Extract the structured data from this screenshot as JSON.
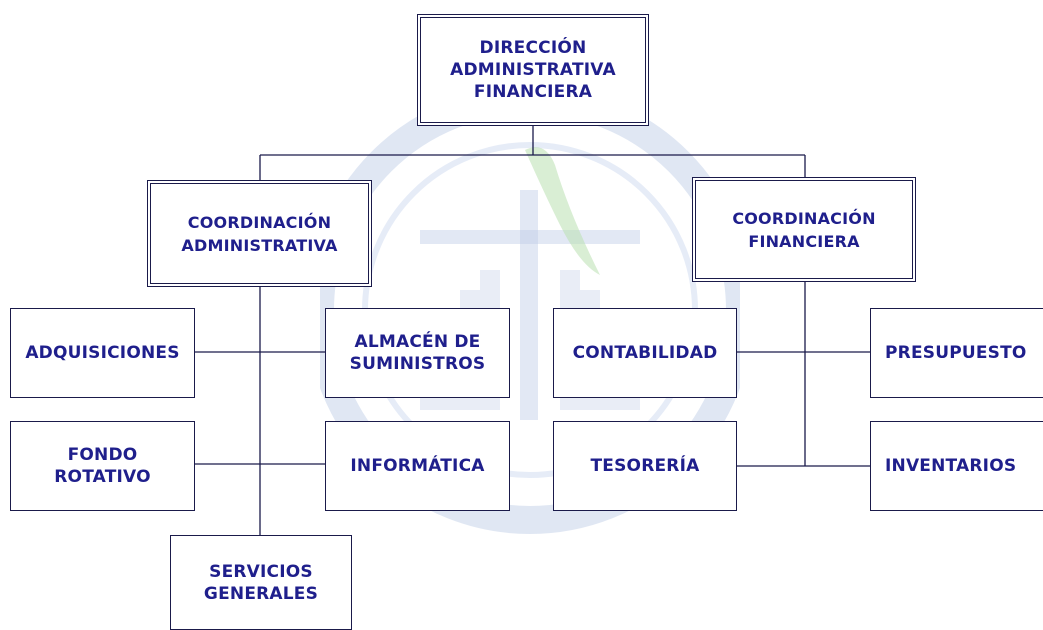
{
  "chart": {
    "root": {
      "label": "DIRECCIÓN\nADMINISTRATIVA\nFINANCIERA"
    },
    "coord_admin": {
      "label": "COORDINACIÓN\nADMINISTRATIVA",
      "units": {
        "adquisiciones": "ADQUISICIONES",
        "almacen": "ALMACÉN DE\nSUMINISTROS",
        "fondo_rotativo": "FONDO\nROTATIVO",
        "informatica": "INFORMÁTICA",
        "servicios_generales": "SERVICIOS\nGENERALES"
      }
    },
    "coord_fin": {
      "label": "COORDINACIÓN\nFINANCIERA",
      "units": {
        "contabilidad": "CONTABILIDAD",
        "presupuesto": "PRESUPUESTO",
        "tesoreria": "TESORERÍA",
        "inventarios": "INVENTARIOS"
      }
    }
  },
  "colors": {
    "text": "#1f1f8c",
    "border": "#1a1a4a",
    "watermark": "#c7d3ea"
  }
}
